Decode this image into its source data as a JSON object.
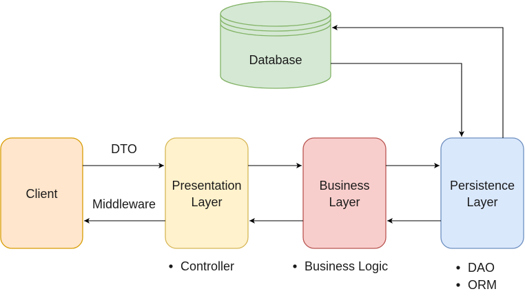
{
  "nodes": {
    "database": {
      "label": "Database",
      "fill": "#d5e8d4",
      "stroke": "#82b366"
    },
    "client": {
      "label": "Client",
      "fill": "#ffe6cc",
      "stroke": "#d79b00"
    },
    "presentation": {
      "line1": "Presentation",
      "line2": "Layer",
      "fill": "#fff2cc",
      "stroke": "#d6b656"
    },
    "business": {
      "line1": "Business",
      "line2": "Layer",
      "fill": "#f8cecc",
      "stroke": "#b85450"
    },
    "persistence": {
      "line1": "Persistence",
      "line2": "Layer",
      "fill": "#dae8fc",
      "stroke": "#6c8ebf"
    }
  },
  "edge_labels": {
    "dto": "DTO",
    "middleware": "Middleware"
  },
  "notes": {
    "presentation": [
      "Controller"
    ],
    "business": [
      "Business Logic"
    ],
    "persistence": [
      "DAO",
      "ORM"
    ]
  },
  "colors": {
    "edge": "#000000"
  }
}
